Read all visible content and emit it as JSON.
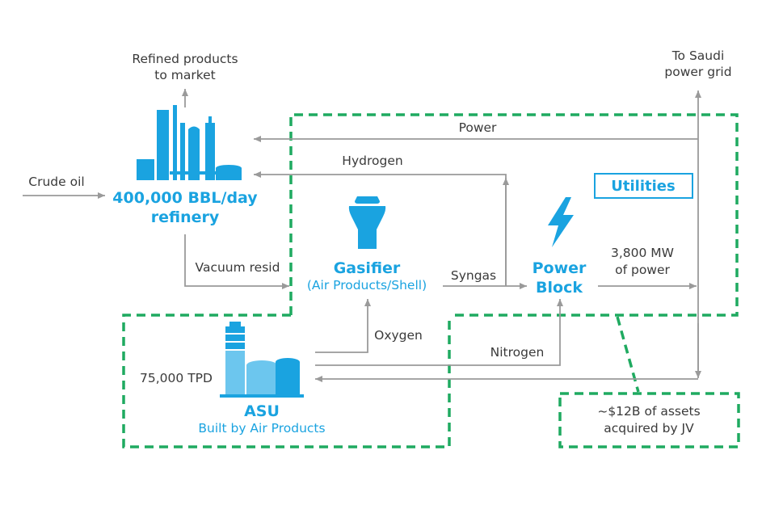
{
  "colors": {
    "accent_blue": "#1aa3e0",
    "dashed_green": "#1faa60",
    "arrow_gray": "#9a9a9a",
    "text_dark": "#3a3a3a"
  },
  "labels": {
    "refined_1": "Refined products",
    "refined_2": "to market",
    "saudi_1": "To Saudi",
    "saudi_2": "power grid",
    "power": "Power",
    "hydrogen": "Hydrogen",
    "utilities": "Utilities",
    "crude": "Crude oil",
    "refinery_1": "400,000 BBL/day",
    "refinery_2": "refinery",
    "vacuum": "Vacuum resid",
    "gasifier": "Gasifier",
    "gasifier_sub": "(Air Products/Shell)",
    "syngas": "Syngas",
    "power_block_1": "Power",
    "power_block_2": "Block",
    "mw_1": "3,800 MW",
    "mw_2": "of power",
    "oxygen": "Oxygen",
    "nitrogen": "Nitrogen",
    "tpd": "75,000 TPD",
    "asu": "ASU",
    "asu_sub": "Built by Air Products",
    "assets_1": "~$12B of assets",
    "assets_2": "acquired by JV"
  },
  "icons": {
    "refinery": "refinery-icon",
    "gasifier": "gasifier-icon",
    "power_block": "lightning-bolt-icon",
    "asu": "asu-plant-icon"
  }
}
